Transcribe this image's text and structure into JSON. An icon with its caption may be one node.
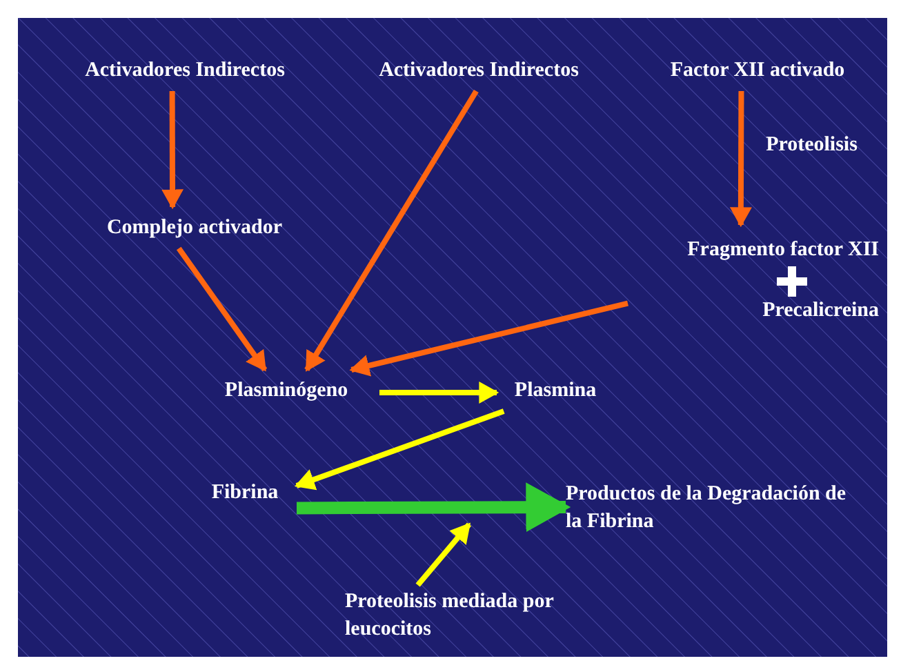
{
  "diagram": {
    "nodes": [
      {
        "text": [
          "Activadores Indirectos"
        ]
      },
      {
        "text": [
          "Activadores Indirectos"
        ]
      },
      {
        "text": [
          "Factor XII activado"
        ]
      },
      {
        "text": [
          "Complejo activador"
        ]
      },
      {
        "text": [
          "Fragmento factor XII",
          "Precalicreina"
        ]
      },
      {
        "text": [
          "Plasminógeno"
        ]
      },
      {
        "text": [
          "Plasmina"
        ]
      },
      {
        "text": [
          "Fibrina"
        ]
      },
      {
        "text": [
          "Productos de la Degradación de la Fibrina"
        ]
      },
      {
        "text": [
          "Proteolisis mediada por leucocitos"
        ]
      }
    ],
    "edges": [
      {
        "from": 0,
        "to": 3,
        "arrow": "to"
      },
      {
        "from": 1,
        "to": 5,
        "arrow": "to"
      },
      {
        "from": 2,
        "to": 4,
        "arrow": "to",
        "label": "Proteolisis"
      },
      {
        "from": 3,
        "to": 5,
        "arrow": "to"
      },
      {
        "from": 4,
        "to": 5,
        "arrow": "to"
      },
      {
        "from": 5,
        "to": 6,
        "arrow": "to",
        "color": "#ffff00"
      },
      {
        "from": 6,
        "to": 7,
        "arrow": "to",
        "color": "#ffff00"
      },
      {
        "from": 7,
        "to": 8,
        "arrow": "to",
        "color": "#33cc33",
        "style": "thick"
      },
      {
        "from": 9,
        "to": null,
        "arrow": "to",
        "color": "#ffff00"
      }
    ]
  }
}
